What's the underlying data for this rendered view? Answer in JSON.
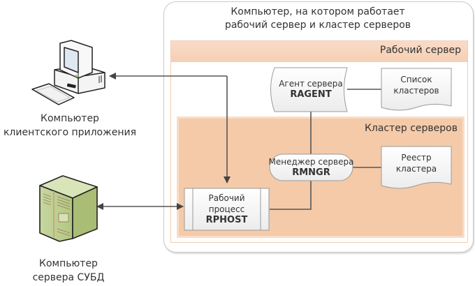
{
  "diagram": {
    "host": {
      "title_line1": "Компьютер, на котором работает",
      "title_line2": "рабочий сервер и кластер серверов"
    },
    "working_server": {
      "title": "Рабочий сервер"
    },
    "cluster": {
      "title": "Кластер серверов"
    },
    "nodes": {
      "ragent": {
        "line1": "Агент сервера",
        "line2": "RAGENT"
      },
      "cluster_list": {
        "line1": "Список",
        "line2": "кластеров"
      },
      "rmngr": {
        "line1": "Менеджер сервера",
        "line2": "RMNGR"
      },
      "cluster_registry": {
        "line1": "Реестр",
        "line2": "кластера"
      },
      "rphost": {
        "line1": "Рабочий",
        "line2": "процесс",
        "line3": "RPHOST"
      }
    },
    "client_computer": {
      "line1": "Компьютер",
      "line2": "клиентского приложения",
      "icon": "desktop-computer-icon"
    },
    "dbms_server": {
      "line1": "Компьютер",
      "line2": "сервера СУБД",
      "icon": "server-tower-icon"
    },
    "colors": {
      "working_server_header": "#f6cfb3",
      "cluster_fill": "#f5caa8",
      "server_green": "#b5c98a",
      "connector": "#555555"
    }
  }
}
